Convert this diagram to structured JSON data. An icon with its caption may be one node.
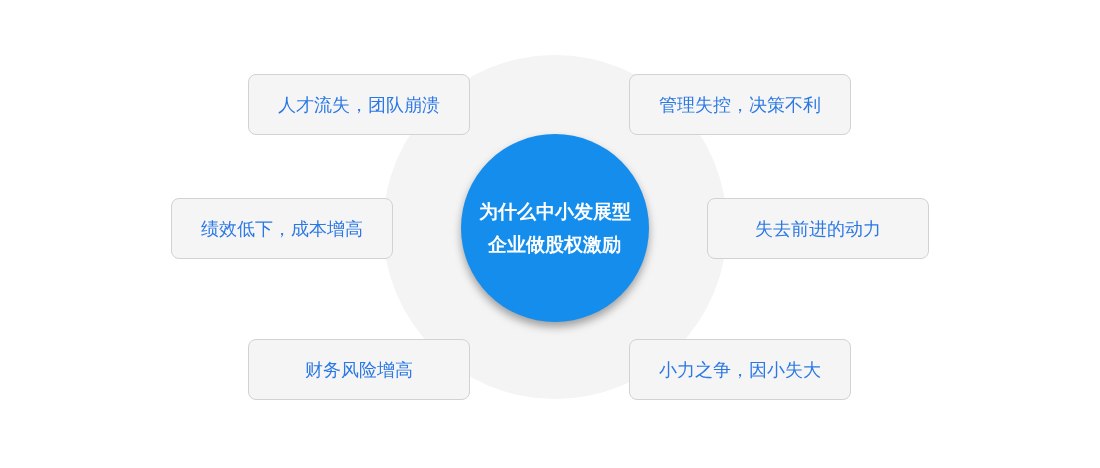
{
  "diagram": {
    "nodes": [
      {
        "text": [
          "为什么中小发展型企业做股权激励"
        ]
      },
      {
        "text": [
          "人才流失，团队崩溃"
        ]
      },
      {
        "text": [
          "管理失控，决策不利"
        ]
      },
      {
        "text": [
          "绩效低下，成本增高"
        ]
      },
      {
        "text": [
          "失去前进的动力"
        ]
      },
      {
        "text": [
          "财务风险增高"
        ]
      },
      {
        "text": [
          "小力之争，因小失大"
        ]
      }
    ]
  }
}
